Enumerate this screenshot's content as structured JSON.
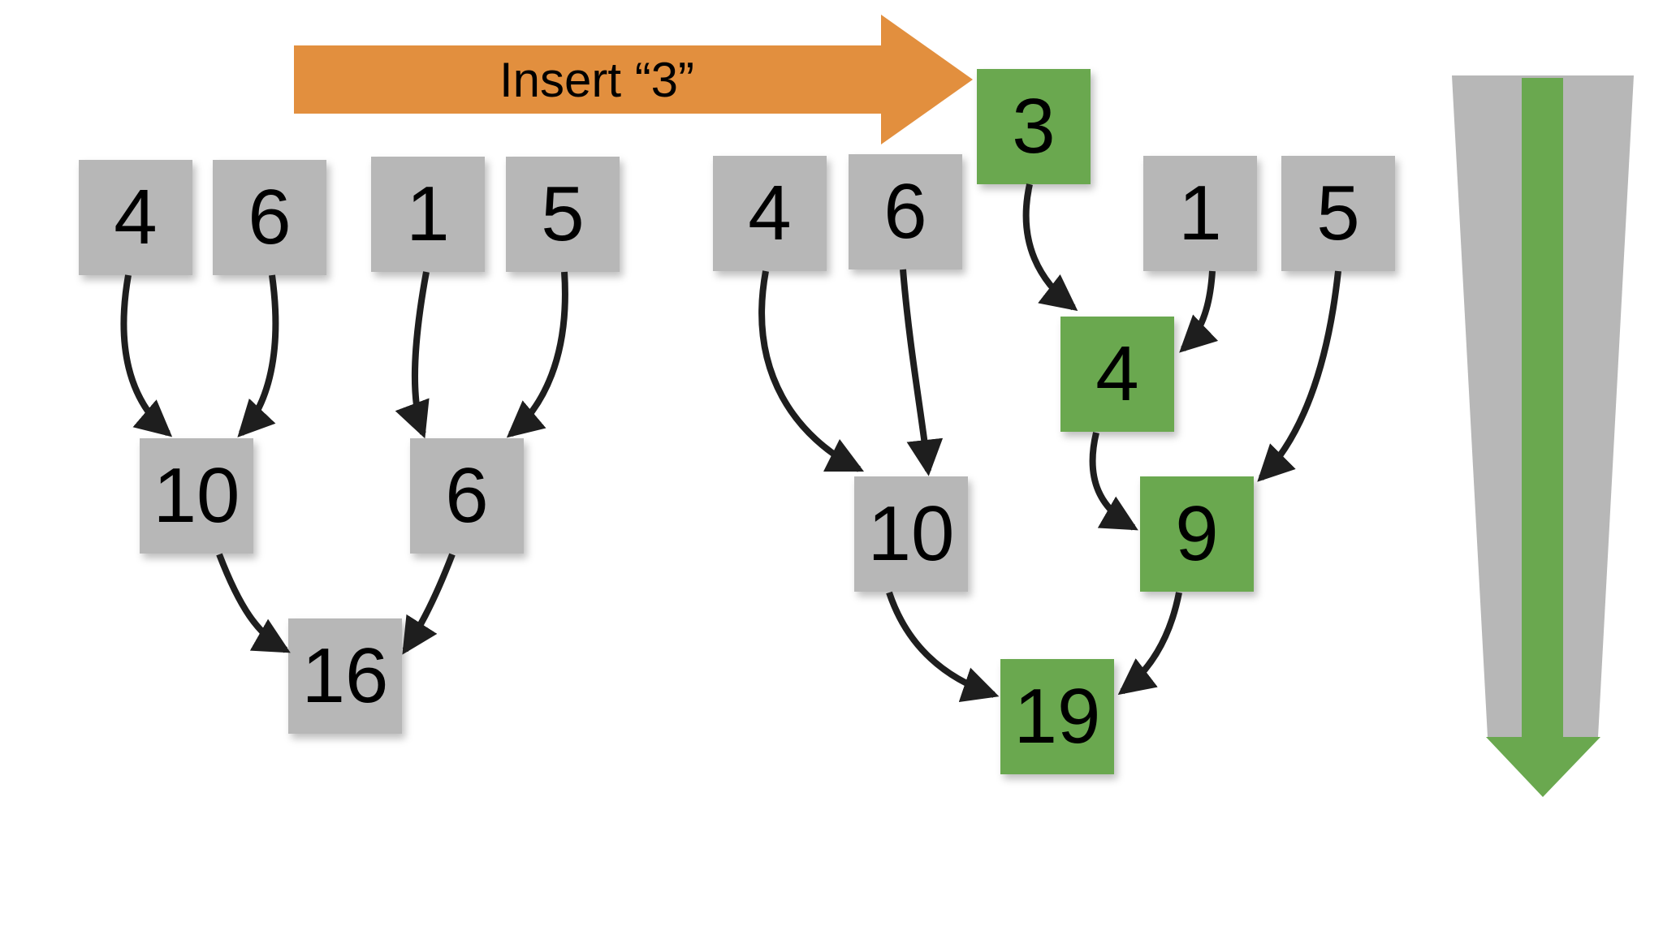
{
  "palette": {
    "node_gray": "#b7b7b7",
    "highlight_green": "#6aa84f",
    "insert_arrow_orange": "#e28f3e",
    "edge_black": "#1e1e1e",
    "node_text_black": "#000000",
    "background_white": "#ffffff"
  },
  "icons": {
    "insert_arrow": "right-arrow-icon",
    "down_arrow": "down-arrow-icon"
  },
  "insert_arrow": {
    "label": "Insert “3”"
  },
  "left_tree": {
    "nodes": [
      {
        "id": "left-leaf-4",
        "value": "4",
        "state": "gray"
      },
      {
        "id": "left-leaf-6",
        "value": "6",
        "state": "gray"
      },
      {
        "id": "left-leaf-1",
        "value": "1",
        "state": "gray"
      },
      {
        "id": "left-leaf-5",
        "value": "5",
        "state": "gray"
      },
      {
        "id": "left-sum-10",
        "value": "10",
        "state": "gray"
      },
      {
        "id": "left-sum-6",
        "value": "6",
        "state": "gray"
      },
      {
        "id": "left-root-16",
        "value": "16",
        "state": "gray"
      }
    ],
    "edges": [
      {
        "from": "4",
        "to": "10"
      },
      {
        "from": "6",
        "to": "10"
      },
      {
        "from": "1",
        "to": "6"
      },
      {
        "from": "5",
        "to": "6"
      },
      {
        "from": "10",
        "to": "16"
      },
      {
        "from": "6",
        "to": "16"
      }
    ]
  },
  "right_tree": {
    "nodes": [
      {
        "id": "right-leaf-4",
        "value": "4",
        "state": "gray"
      },
      {
        "id": "right-leaf-6",
        "value": "6",
        "state": "gray"
      },
      {
        "id": "right-leaf-3",
        "value": "3",
        "state": "green"
      },
      {
        "id": "right-leaf-1",
        "value": "1",
        "state": "gray"
      },
      {
        "id": "right-leaf-5",
        "value": "5",
        "state": "gray"
      },
      {
        "id": "right-sum-10",
        "value": "10",
        "state": "gray"
      },
      {
        "id": "right-sum-4",
        "value": "4",
        "state": "green"
      },
      {
        "id": "right-sum-9",
        "value": "9",
        "state": "green"
      },
      {
        "id": "right-root-19",
        "value": "19",
        "state": "green"
      }
    ],
    "edges": [
      {
        "from": "4",
        "to": "10"
      },
      {
        "from": "6",
        "to": "10"
      },
      {
        "from": "3",
        "to": "4"
      },
      {
        "from": "1",
        "to": "4"
      },
      {
        "from": "4",
        "to": "9"
      },
      {
        "from": "5",
        "to": "9"
      },
      {
        "from": "10",
        "to": "19"
      },
      {
        "from": "9",
        "to": "19"
      }
    ]
  }
}
